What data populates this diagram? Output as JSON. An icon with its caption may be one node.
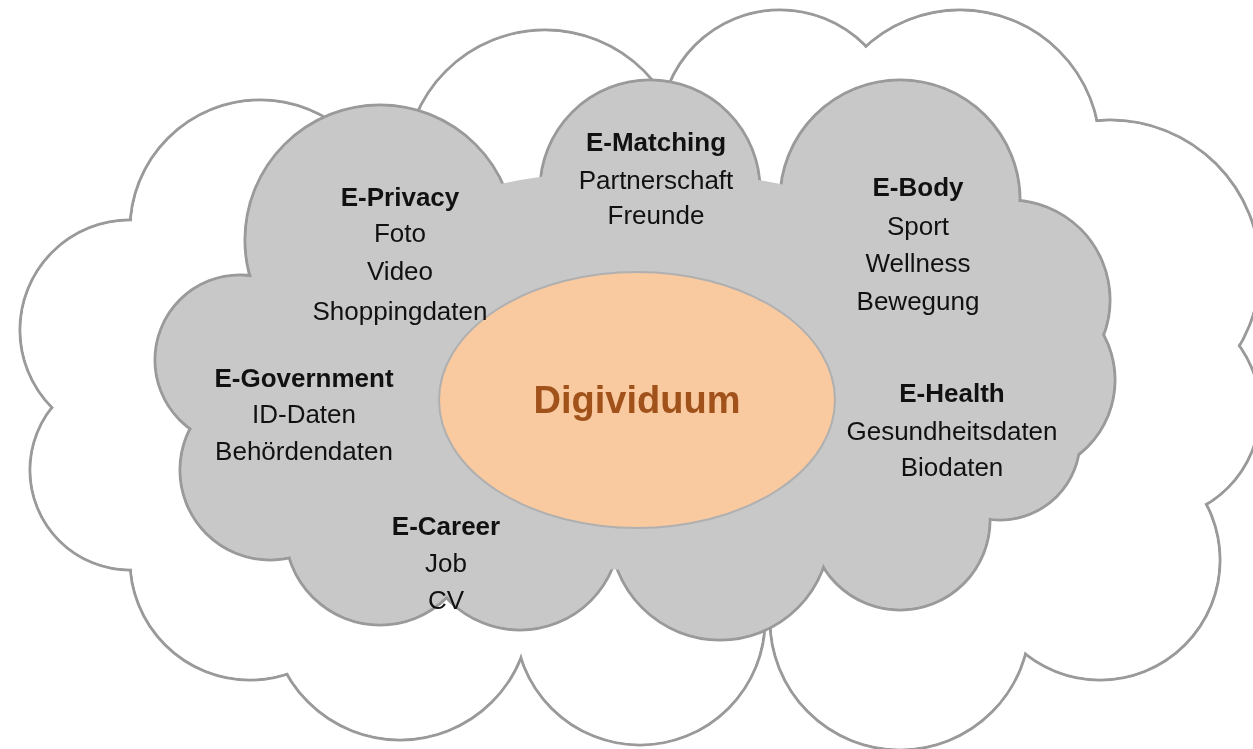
{
  "diagram": {
    "nodes": [
      {
        "text": [],
        "shape": "cloud"
      },
      {
        "text": [],
        "shape": "cloud",
        "in": 0
      },
      {
        "text": [
          "Digividuum"
        ],
        "in": 1
      }
    ],
    "labels": [
      "E-Matching",
      "Partnerschaft",
      "Freunde",
      "E-Privacy",
      "Foto",
      "Video",
      "Shoppingdaten",
      "E-Body",
      "Sport",
      "Wellness",
      "Bewegung",
      "E-Government",
      "ID-Daten",
      "Behördendaten",
      "E-Health",
      "Gesundheitsdaten",
      "Biodaten",
      "E-Career",
      "Job",
      "CV"
    ]
  }
}
